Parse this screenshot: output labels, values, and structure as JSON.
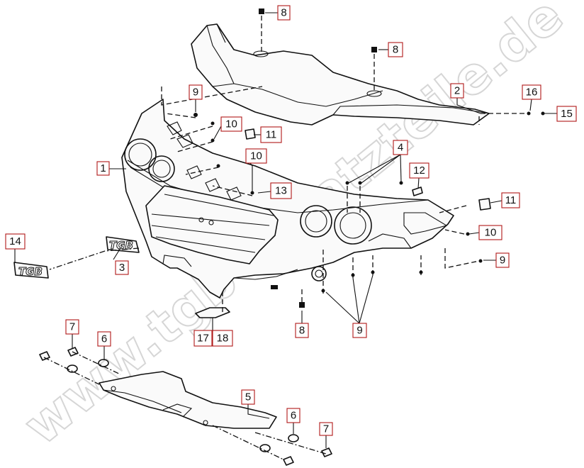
{
  "watermark": "www.tgb-ersatzteile.de",
  "badge_text": "TGB",
  "callouts": {
    "c1": "1",
    "c2": "2",
    "c3": "3",
    "c4": "4",
    "c5": "5",
    "c6a": "6",
    "c6b": "6",
    "c7a": "7",
    "c7b": "7",
    "c8a": "8",
    "c8b": "8",
    "c8c": "8",
    "c9a": "9",
    "c9b": "9",
    "c9c": "9",
    "c10a": "10",
    "c10b": "10",
    "c10c": "10",
    "c11a": "11",
    "c11b": "11",
    "c12": "12",
    "c13": "13",
    "c14": "14",
    "c15": "15",
    "c16": "16",
    "c17": "17",
    "c18": "18"
  },
  "colors": {
    "callout_border": "#b01818",
    "line": "#111111",
    "watermark": "#cfcfcf"
  }
}
